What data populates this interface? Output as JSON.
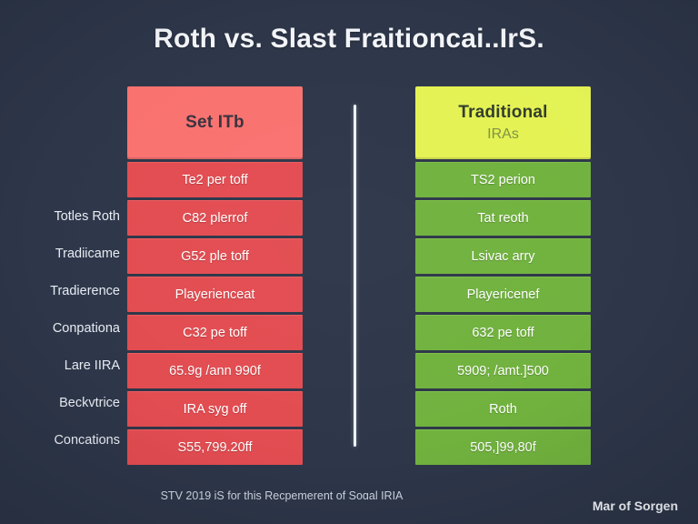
{
  "page": {
    "title": "Roth vs. Slast Fraitioncai..IrS.",
    "background_color": "#2b3447",
    "footnote": "STV 2019 iS for this Recpemerent of Soɑal IRIA",
    "brand": "Mar of Sorgen"
  },
  "row_labels": [
    "Totles Roth",
    "Tradiicame",
    "Tradierence",
    "Conpationa",
    "Lare IIRA",
    "Beckvtrice",
    "Concations"
  ],
  "columns": [
    {
      "id": "roth",
      "header_title": "Set ITb",
      "header_sub": "",
      "header_color": "#f9706e",
      "cell_color": "#e24a4f",
      "cells": [
        "Te2 per toff",
        "C82 plerrof",
        "G52 ple toff",
        "Playerienceat",
        "C32 pe toff",
        "65.9g /ann 990f",
        "IRA syg off",
        "S55,799.20ff"
      ]
    },
    {
      "id": "traditional",
      "header_title": "Traditional",
      "header_sub": "IRAs",
      "header_color": "#e3f251",
      "cell_color": "#6fb13c",
      "cells": [
        "TS2 perion",
        "Tat reoth",
        "Lsivac arry",
        "Playericenef",
        "632 pe toff",
        "5909; /amt.]500",
        "Roth",
        "505,]99,80f"
      ]
    }
  ]
}
